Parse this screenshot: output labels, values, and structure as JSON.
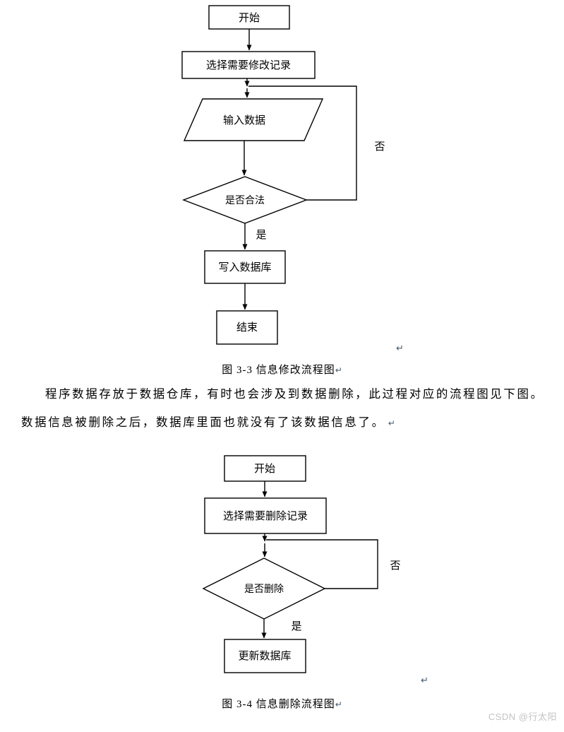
{
  "flowchart_modify": {
    "caption": "图 3-3 信息修改流程图",
    "nodes": {
      "start": "开始",
      "select_record": "选择需要修改记录",
      "input_data": "输入数据",
      "is_valid": "是否合法",
      "write_db": "写入数据库",
      "end": "结束"
    },
    "edge_labels": {
      "no": "否",
      "yes": "是"
    }
  },
  "paragraph": {
    "line1": "程序数据存放于数据仓库，有时也会涉及到数据删除，此过程对应的流程图见下图。",
    "line2": "数据信息被删除之后，数据库里面也就没有了该数据信息了。"
  },
  "flowchart_delete": {
    "caption": "图 3-4 信息删除流程图",
    "nodes": {
      "start": "开始",
      "select_record": "选择需要删除记录",
      "is_delete": "是否删除",
      "update_db": "更新数据库"
    },
    "edge_labels": {
      "no": "否",
      "yes": "是"
    }
  },
  "marks": {
    "paragraph_mark": "↵"
  },
  "watermark": "CSDN @行太阳"
}
